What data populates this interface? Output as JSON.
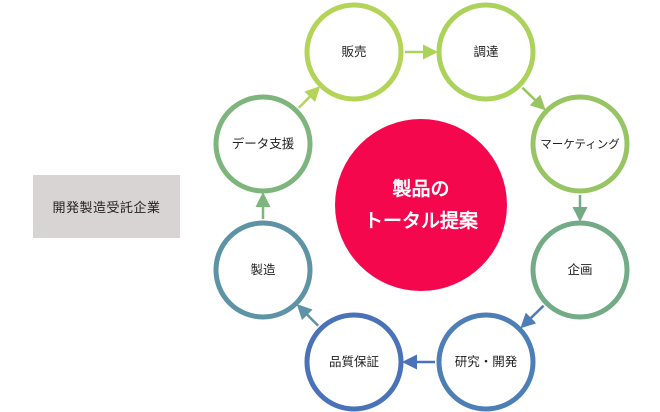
{
  "side_label": "開発製造受託企業",
  "center": {
    "line1": "製品の",
    "line2": "トータル提案",
    "color": "#f5074e"
  },
  "nodes": [
    {
      "label": "販売",
      "color": "#b3d456"
    },
    {
      "label": "調達",
      "color": "#abd25b"
    },
    {
      "label": "マーケティング",
      "color": "#98c563"
    },
    {
      "label": "企画",
      "color": "#72ab86"
    },
    {
      "label": "研究・開発",
      "color": "#4d7fb6"
    },
    {
      "label": "品質保証",
      "color": "#4a72b8"
    },
    {
      "label": "製造",
      "color": "#5d93a4"
    },
    {
      "label": "データ支援",
      "color": "#7eb57d"
    }
  ]
}
